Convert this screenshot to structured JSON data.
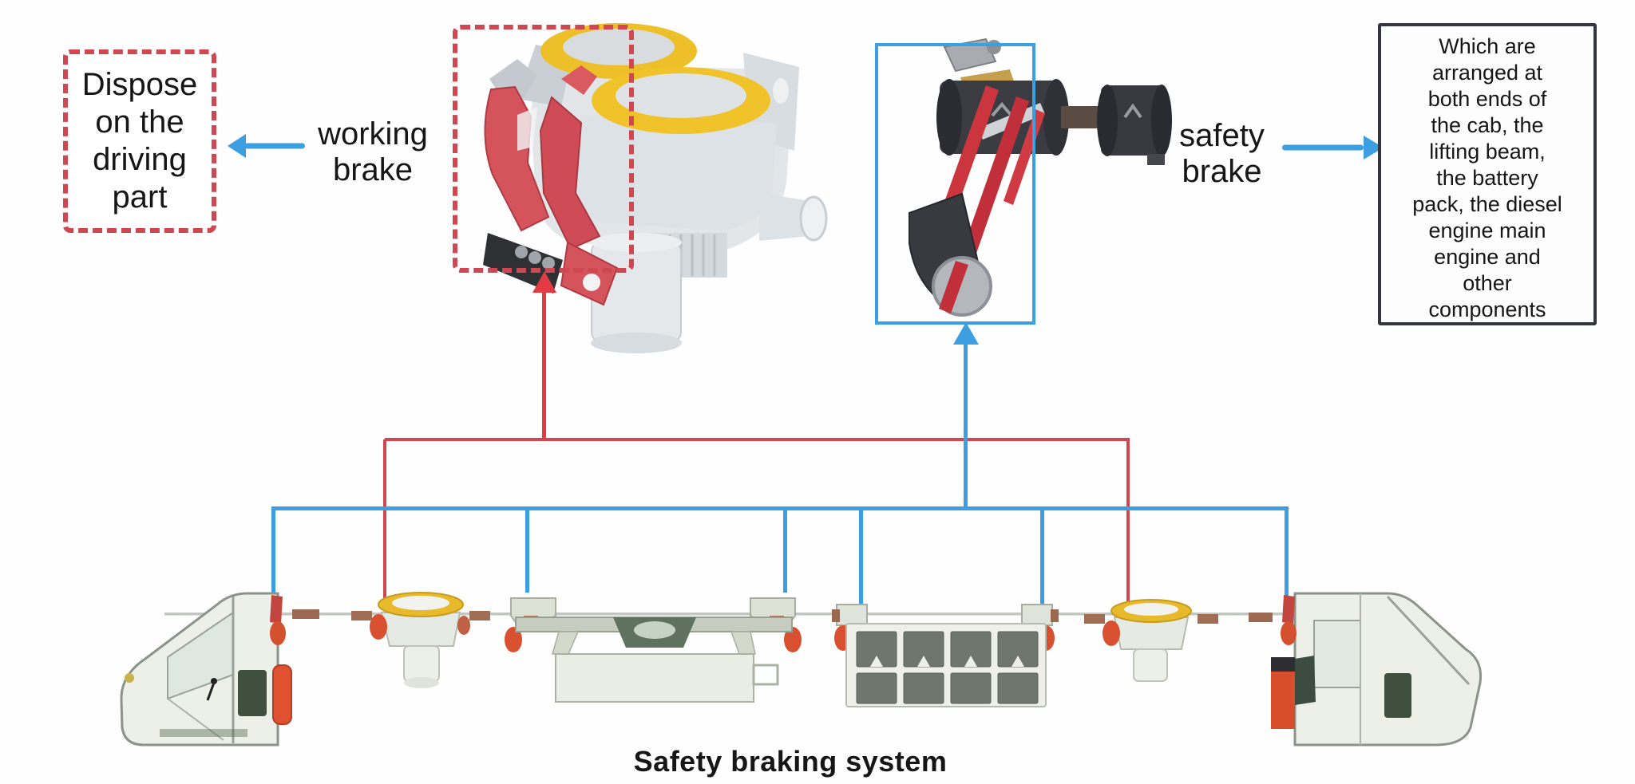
{
  "colors": {
    "red": "#cf4851",
    "arrow-red": "#e23b43",
    "blue": "#3b9fe2",
    "dark": "#33373d",
    "text": "#161616",
    "yellow": "#f0c32a"
  },
  "dispose_box": {
    "text": "Dispose\non the\ndriving\npart"
  },
  "working_brake": {
    "label": "working\nbrake"
  },
  "safety_brake": {
    "label": "safety\nbrake"
  },
  "info_box": {
    "text": "Which are\narranged at\nboth ends of\nthe cab, the\nlifting beam,\nthe battery\npack, the diesel\nengine main\nengine and\nother\ncomponents"
  },
  "caption": "Safety braking system",
  "icons": {
    "working_brake_image": "working-brake-3d-render",
    "safety_brake_image": "safety-brake-3d-render",
    "train_image": "mining-monorail-train-side-view",
    "arrow_left": "blue-arrow-left",
    "arrow_right": "blue-arrow-right",
    "arrow_up_red": "red-arrow-up",
    "arrow_up_blue": "blue-arrow-up"
  }
}
